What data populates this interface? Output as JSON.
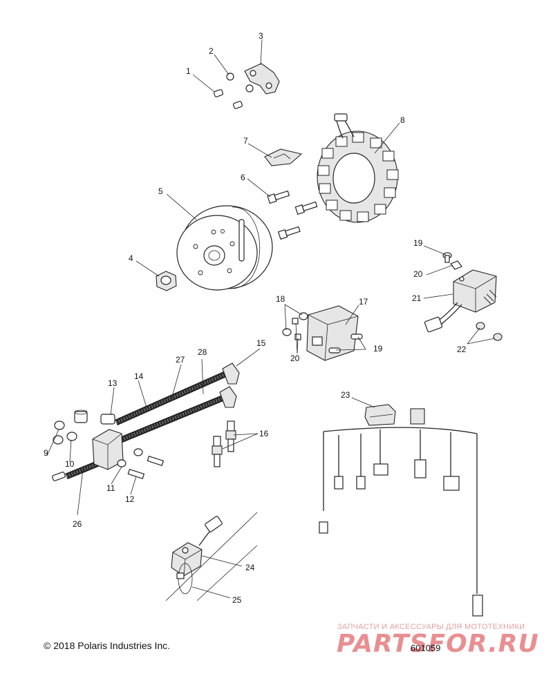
{
  "callouts": {
    "n1": "1",
    "n2": "2",
    "n3": "3",
    "n4": "4",
    "n5": "5",
    "n6": "6",
    "n7": "7",
    "n8": "8",
    "n9": "9",
    "n10": "10",
    "n11": "11",
    "n12": "12",
    "n13": "13",
    "n14": "14",
    "n15": "15",
    "n16": "16",
    "n17": "17",
    "n18": "18",
    "n19a": "19",
    "n19b": "19",
    "n20a": "20",
    "n20b": "20",
    "n21": "21",
    "n22": "22",
    "n23": "23",
    "n24": "24",
    "n25": "25",
    "n26": "26",
    "n27": "27",
    "n28": "28"
  },
  "footer": {
    "copyright": "© 2018 Polaris Industries Inc.",
    "doc_number": "601059"
  },
  "watermark": {
    "tagline": "ЗАПЧАСТИ И АКСЕССУАРЫ ДЛЯ МОТОТЕХНИКИ",
    "brand": "PARTSFOR.RU",
    "color": "#d73237"
  }
}
